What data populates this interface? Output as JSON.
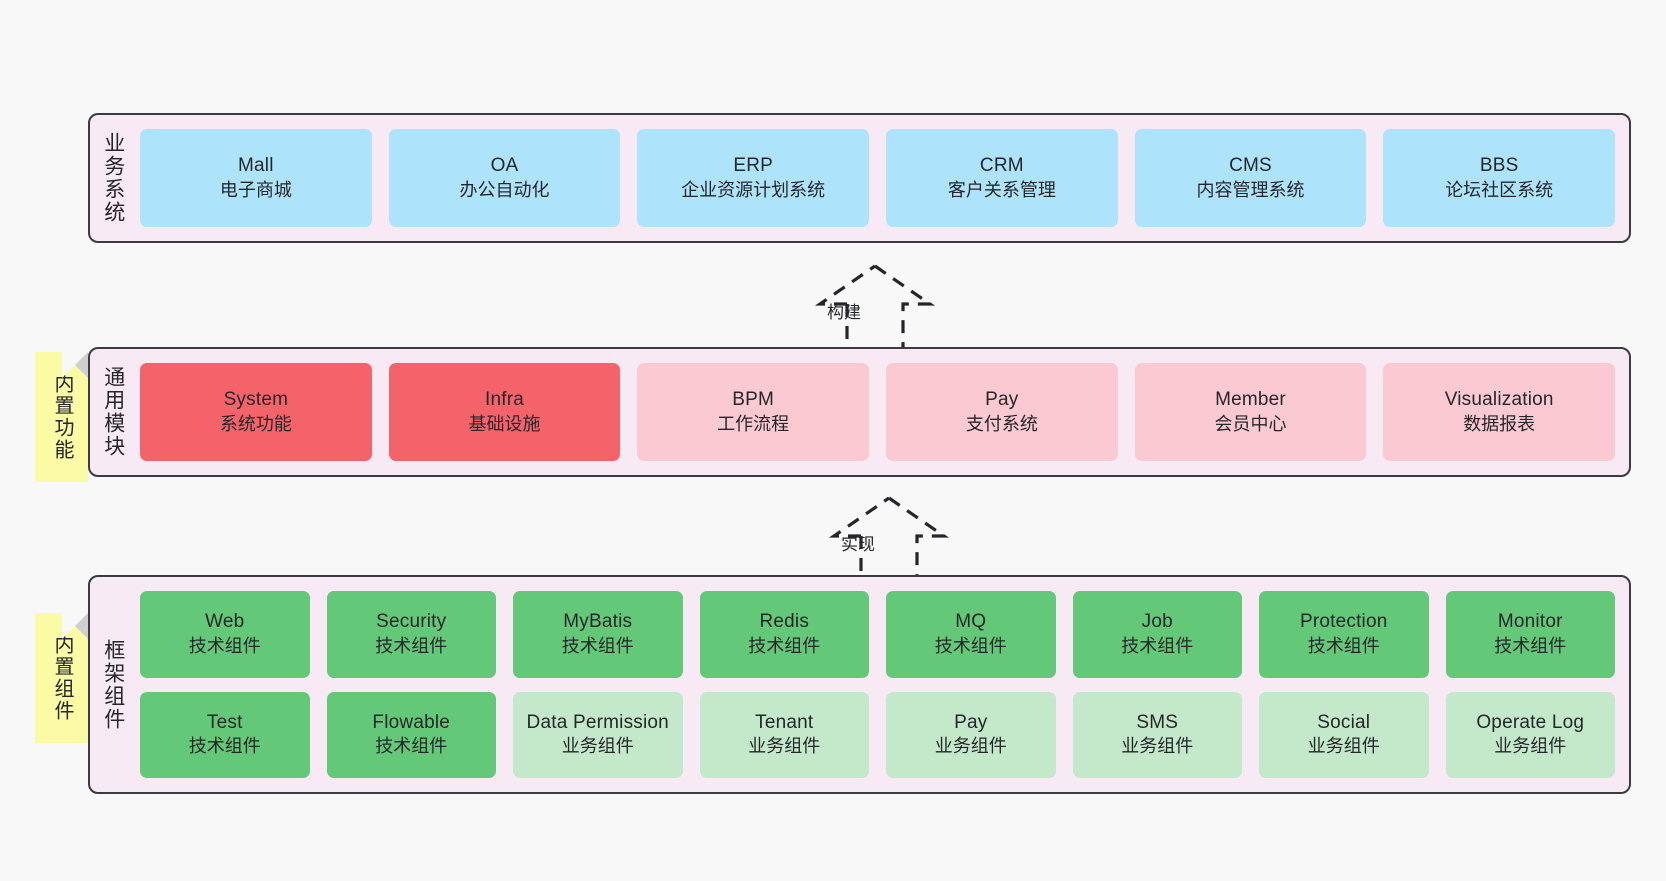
{
  "diagram": {
    "background": "#f8f8f8",
    "panel_fill": "#f8eaf4",
    "panel_border": "#3b3b42",
    "note_fill": "#fbfba5"
  },
  "layers": [
    {
      "id": "business-systems",
      "label": "业务系统",
      "note": null,
      "rows": [
        [
          {
            "title": "Mall",
            "subtitle": "电子商城",
            "color": "#ade4fb",
            "variant": "c-blue"
          },
          {
            "title": "OA",
            "subtitle": "办公自动化",
            "color": "#ade4fb",
            "variant": "c-blue"
          },
          {
            "title": "ERP",
            "subtitle": "企业资源计划系统",
            "color": "#ade4fb",
            "variant": "c-blue"
          },
          {
            "title": "CRM",
            "subtitle": "客户关系管理",
            "color": "#ade4fb",
            "variant": "c-blue"
          },
          {
            "title": "CMS",
            "subtitle": "内容管理系统",
            "color": "#ade4fb",
            "variant": "c-blue"
          },
          {
            "title": "BBS",
            "subtitle": "论坛社区系统",
            "color": "#ade4fb",
            "variant": "c-blue"
          }
        ]
      ]
    },
    {
      "id": "common-modules",
      "label": "通用模块",
      "note": "内置功能",
      "rows": [
        [
          {
            "title": "System",
            "subtitle": "系统功能",
            "color": "#f4636a",
            "variant": "c-red"
          },
          {
            "title": "Infra",
            "subtitle": "基础设施",
            "color": "#f4636a",
            "variant": "c-red"
          },
          {
            "title": "BPM",
            "subtitle": "工作流程",
            "color": "#fbc9d2",
            "variant": "c-pink"
          },
          {
            "title": "Pay",
            "subtitle": "支付系统",
            "color": "#fbc9d2",
            "variant": "c-pink"
          },
          {
            "title": "Member",
            "subtitle": "会员中心",
            "color": "#fbc9d2",
            "variant": "c-pink"
          },
          {
            "title": "Visualization",
            "subtitle": "数据报表",
            "color": "#fbc9d2",
            "variant": "c-pink"
          }
        ]
      ]
    },
    {
      "id": "framework-components",
      "label": "框架组件",
      "note": "内置组件",
      "rows": [
        [
          {
            "title": "Web",
            "subtitle": "技术组件",
            "color": "#63c878",
            "variant": "c-green"
          },
          {
            "title": "Security",
            "subtitle": "技术组件",
            "color": "#63c878",
            "variant": "c-green"
          },
          {
            "title": "MyBatis",
            "subtitle": "技术组件",
            "color": "#63c878",
            "variant": "c-green"
          },
          {
            "title": "Redis",
            "subtitle": "技术组件",
            "color": "#63c878",
            "variant": "c-green"
          },
          {
            "title": "MQ",
            "subtitle": "技术组件",
            "color": "#63c878",
            "variant": "c-green"
          },
          {
            "title": "Job",
            "subtitle": "技术组件",
            "color": "#63c878",
            "variant": "c-green"
          },
          {
            "title": "Protection",
            "subtitle": "技术组件",
            "color": "#63c878",
            "variant": "c-green"
          },
          {
            "title": "Monitor",
            "subtitle": "技术组件",
            "color": "#63c878",
            "variant": "c-green"
          }
        ],
        [
          {
            "title": "Test",
            "subtitle": "技术组件",
            "color": "#63c878",
            "variant": "c-green"
          },
          {
            "title": "Flowable",
            "subtitle": "技术组件",
            "color": "#63c878",
            "variant": "c-green"
          },
          {
            "title": "Data Permission",
            "subtitle": "业务组件",
            "color": "#c3e9ca",
            "variant": "c-greenlight"
          },
          {
            "title": "Tenant",
            "subtitle": "业务组件",
            "color": "#c3e9ca",
            "variant": "c-greenlight"
          },
          {
            "title": "Pay",
            "subtitle": "业务组件",
            "color": "#c3e9ca",
            "variant": "c-greenlight"
          },
          {
            "title": "SMS",
            "subtitle": "业务组件",
            "color": "#c3e9ca",
            "variant": "c-greenlight"
          },
          {
            "title": "Social",
            "subtitle": "业务组件",
            "color": "#c3e9ca",
            "variant": "c-greenlight"
          },
          {
            "title": "Operate Log",
            "subtitle": "业务组件",
            "color": "#c3e9ca",
            "variant": "c-greenlight"
          }
        ]
      ]
    }
  ],
  "connectors": [
    {
      "id": "build",
      "label": "构建",
      "from": "common-modules",
      "to": "business-systems"
    },
    {
      "id": "realize",
      "label": "实现",
      "from": "framework-components",
      "to": "common-modules"
    }
  ]
}
